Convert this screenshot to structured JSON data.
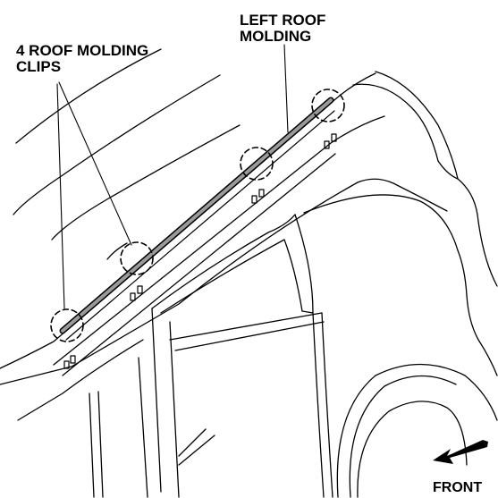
{
  "labels": {
    "clips_line1": "4 ROOF MOLDING",
    "clips_line2": "CLIPS",
    "molding_line1": "LEFT ROOF",
    "molding_line2": "MOLDING",
    "front": "FRONT"
  },
  "colors": {
    "line": "#000000",
    "molding_fill": "#9a9a9a",
    "background": "#ffffff"
  }
}
